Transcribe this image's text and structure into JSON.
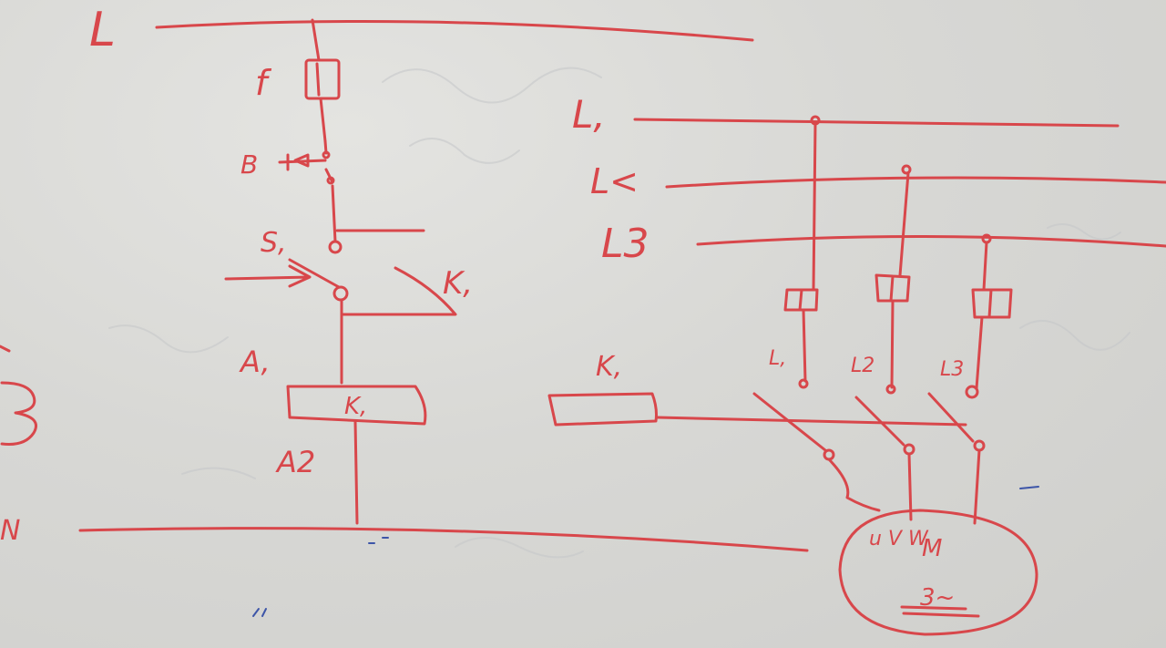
{
  "colors": {
    "ink": "#d8474b",
    "board": "#d9d9d6",
    "ghost": "#c6c8ca",
    "blue_ink": "#3d55a8"
  },
  "labels": {
    "line_l": "L",
    "fuse_f": "f",
    "button_b": "B",
    "switch_s1": "S,",
    "contact_k1": "K,",
    "coil_a1": "A,",
    "coil_k1": "K,",
    "coil_a2": "A2",
    "neutral_n": "N",
    "l1": "L,",
    "l2": "L<",
    "l3": "L3",
    "k1_main": "K,",
    "fuse_l1": "L,",
    "fuse_l2": "L2",
    "fuse_l3": "L3",
    "motor_uvw": "u  V  W",
    "motor_m": "M",
    "motor_phase": "3~"
  }
}
